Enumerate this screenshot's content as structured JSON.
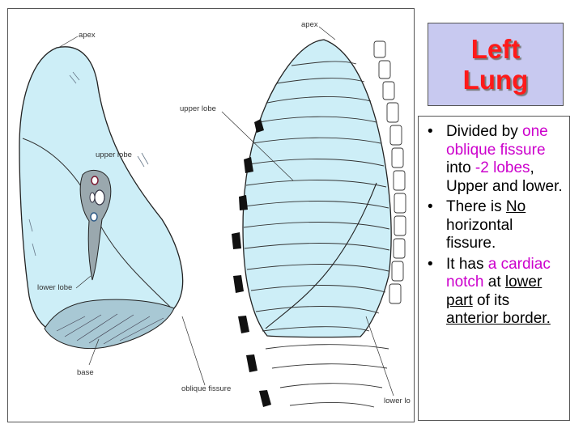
{
  "title": {
    "line1": "Left",
    "line2": "Lung"
  },
  "figure": {
    "labels": {
      "apex_left": "apex",
      "apex_right": "apex",
      "upper_lobe_left": "upper lobe",
      "upper_lobe_right": "upper lobe",
      "lower_lobe_left": "lower lobe",
      "lower_lobe_right": "lower lo",
      "base": "base",
      "oblique_fissure": "oblique fissure"
    }
  },
  "bullets": [
    {
      "t1": "Divided by ",
      "t2": "one oblique fissure",
      "t3": " into ",
      "t4": "-2 lobes",
      "t5": ", Upper and lower."
    },
    {
      "t1": "There is ",
      "t2": "No",
      "t3": " horizontal fissure."
    },
    {
      "t1": "It has ",
      "t2": "a cardiac notch",
      "t3": " at ",
      "t4": "lower part",
      "t5": " of its ",
      "t6": "anterior border."
    }
  ],
  "colors": {
    "title_text": "#ff1a1a",
    "title_bg": "#c8c9f0",
    "highlight": "#cc00cc",
    "lung_fill": "#cdeef7"
  }
}
